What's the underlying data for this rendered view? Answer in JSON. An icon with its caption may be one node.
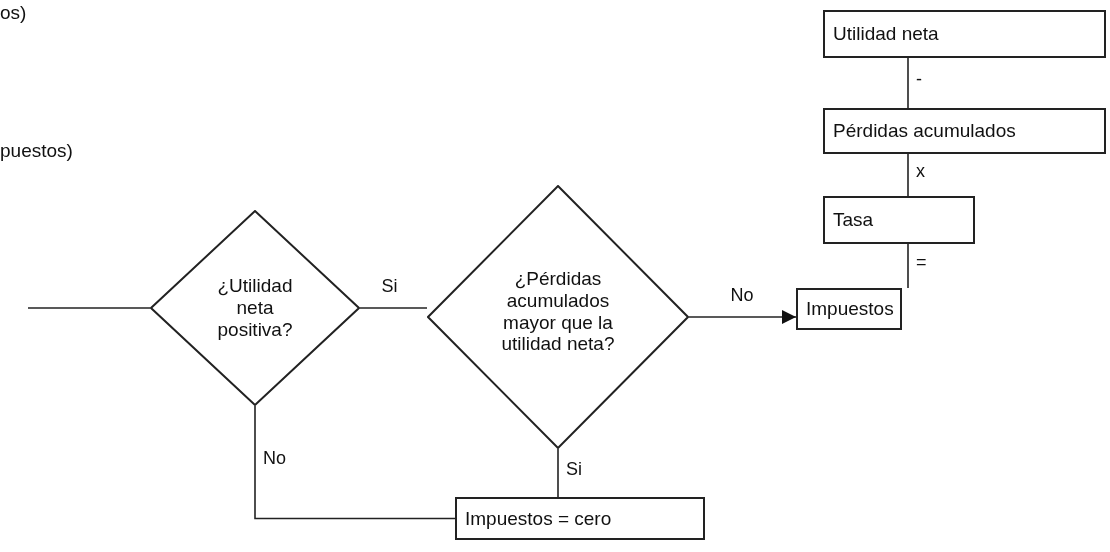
{
  "diagram": {
    "nodes": [
      {
        "text": [
          "¿Utilidad neta positiva?"
        ]
      },
      {
        "text": [
          "¿Pérdidas acumulados mayor que la utilidad neta?"
        ]
      },
      {
        "text": [
          "Impuestos"
        ]
      },
      {
        "text": [
          "Impuestos = cero"
        ]
      },
      {
        "text": [
          "Utilidad neta"
        ]
      },
      {
        "text": [
          "Pérdidas acumulados"
        ]
      },
      {
        "text": [
          "Tasa"
        ]
      }
    ],
    "edges": [
      {
        "from": null,
        "to": 0,
        "arrow": "none"
      },
      {
        "from": 0,
        "to": 1,
        "label": "Si",
        "arrow": "none"
      },
      {
        "from": 1,
        "to": 2,
        "label": "No",
        "arrow": "to"
      },
      {
        "from": 0,
        "to": 3,
        "label": "No",
        "arrow": "none"
      },
      {
        "from": 1,
        "to": 3,
        "label": "Si",
        "arrow": "none"
      },
      {
        "from": 4,
        "to": 5,
        "label": "-",
        "arrow": "none"
      },
      {
        "from": 5,
        "to": 6,
        "label": "x",
        "arrow": "none"
      },
      {
        "from": 6,
        "to": 2,
        "label": "=",
        "arrow": "none"
      }
    ],
    "labels": [
      "os)",
      "puestos)"
    ]
  }
}
